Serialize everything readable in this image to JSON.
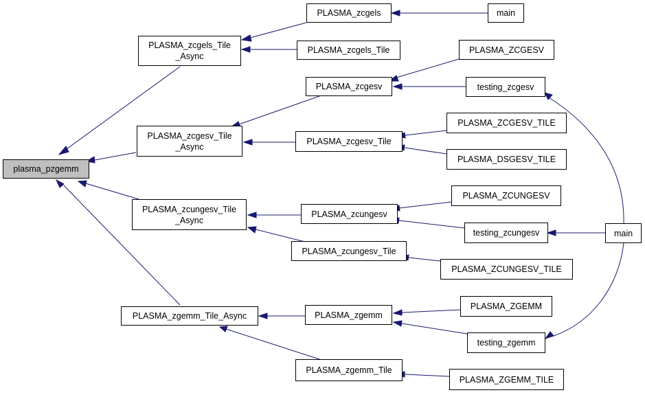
{
  "nodes": {
    "root": "plasma_pzgemm",
    "zcgels_tile_async": "PLASMA_zcgels_Tile\n_Async",
    "zcgesv_tile_async": "PLASMA_zcgesv_Tile\n_Async",
    "zcungesv_tile_async": "PLASMA_zcungesv_Tile\n_Async",
    "zgemm_tile_async": "PLASMA_zgemm_Tile_Async",
    "zcgels": "PLASMA_zcgels",
    "zcgels_tile": "PLASMA_zcgels_Tile",
    "zcgesv": "PLASMA_zcgesv",
    "zcgesv_tile": "PLASMA_zcgesv_Tile",
    "zcungesv": "PLASMA_zcungesv",
    "zcungesv_tile": "PLASMA_zcungesv_Tile",
    "zgemm": "PLASMA_zgemm",
    "zgemm_tile": "PLASMA_zgemm_Tile",
    "main_top": "main",
    "zcgesv_upper": "PLASMA_ZCGESV",
    "testing_zcgesv": "testing_zcgesv",
    "zcgesv_tile_upper": "PLASMA_ZCGESV_TILE",
    "dsgesv_tile_upper": "PLASMA_DSGESV_TILE",
    "zcungesv_upper": "PLASMA_ZCUNGESV",
    "testing_zcungesv": "testing_zcungesv",
    "zcungesv_tile_upper": "PLASMA_ZCUNGESV_TILE",
    "zgemm_upper": "PLASMA_ZGEMM",
    "testing_zgemm": "testing_zgemm",
    "zgemm_tile_upper": "PLASMA_ZGEMM_TILE",
    "main_right": "main"
  },
  "colors": {
    "edge": "#191970",
    "root_fill": "#bfbfbf",
    "node_fill": "#ffffff",
    "border": "#000000"
  }
}
